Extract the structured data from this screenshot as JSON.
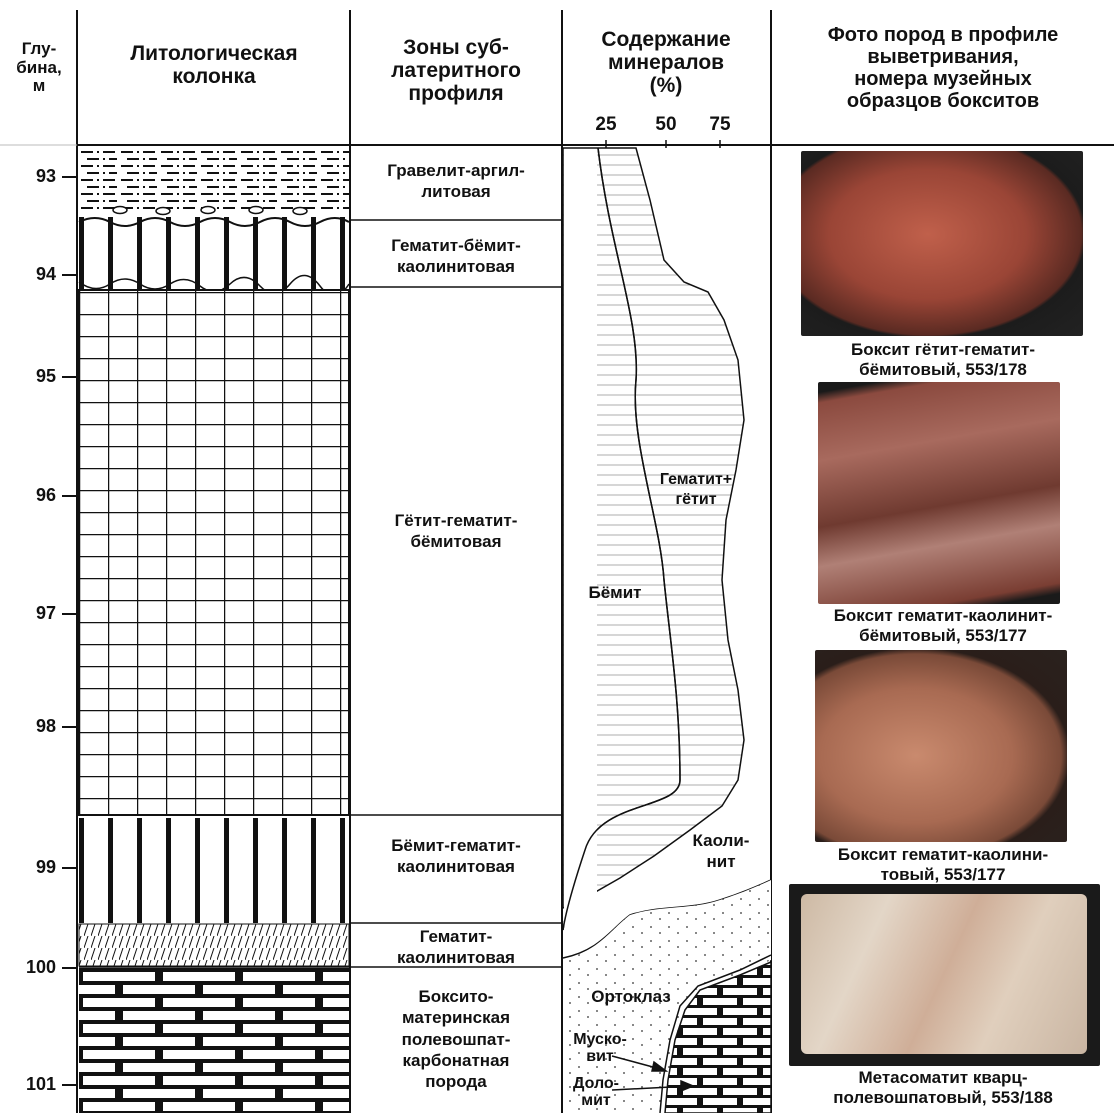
{
  "headers": {
    "depth": "Глу-\nбина,\nм",
    "lithology": "Литологическая\nколонка",
    "zones": "Зоны суб-\nлатеритного\nпрофиля",
    "minerals": "Содержание\nминералов\n(%)",
    "photos": "Фото пород в профиле\nвыветривания,\nномера музейных\nобразцов бокситов"
  },
  "scale_ticks": [
    "25",
    "50",
    "75"
  ],
  "depths": [
    "93",
    "94",
    "95",
    "96",
    "97",
    "98",
    "99",
    "100",
    "101"
  ],
  "zones": [
    "Гравелит-аргил-\nлитовая",
    "Гематит-бёмит-\nкаолинитовая",
    "Гётит-гематит-\nбёмитовая",
    "Бёмит-гематит-\nкаолинитовая",
    "Гематит-\nкаолинитовая",
    "Боксито-\nматеринская\nполевошпат-\nкарбонатная\nпорода"
  ],
  "mineral_labels": {
    "hematite": "Гематит+\nгётит",
    "boehmite": "Бёмит",
    "kaolinite": "Каоли-\nнит",
    "orthoclase": "Ортоклаз",
    "muscovite": "Муско-\nвит",
    "dolomite": "Доло-\nмит"
  },
  "photos": [
    {
      "caption": "Боксит гётит-гематит-\nбёмитовый, 553/178",
      "color": "#a34a3a"
    },
    {
      "caption": "Боксит гематит-каолинит-\nбёмитовый, 553/177",
      "color": "#8e4b3f"
    },
    {
      "caption": "Боксит гематит-каолини-\nтовый, 553/177",
      "color": "#b06a52"
    },
    {
      "caption": "Метасоматит кварц-\nполевошпатовый, 553/188",
      "color": "#d8c6b2"
    }
  ]
}
